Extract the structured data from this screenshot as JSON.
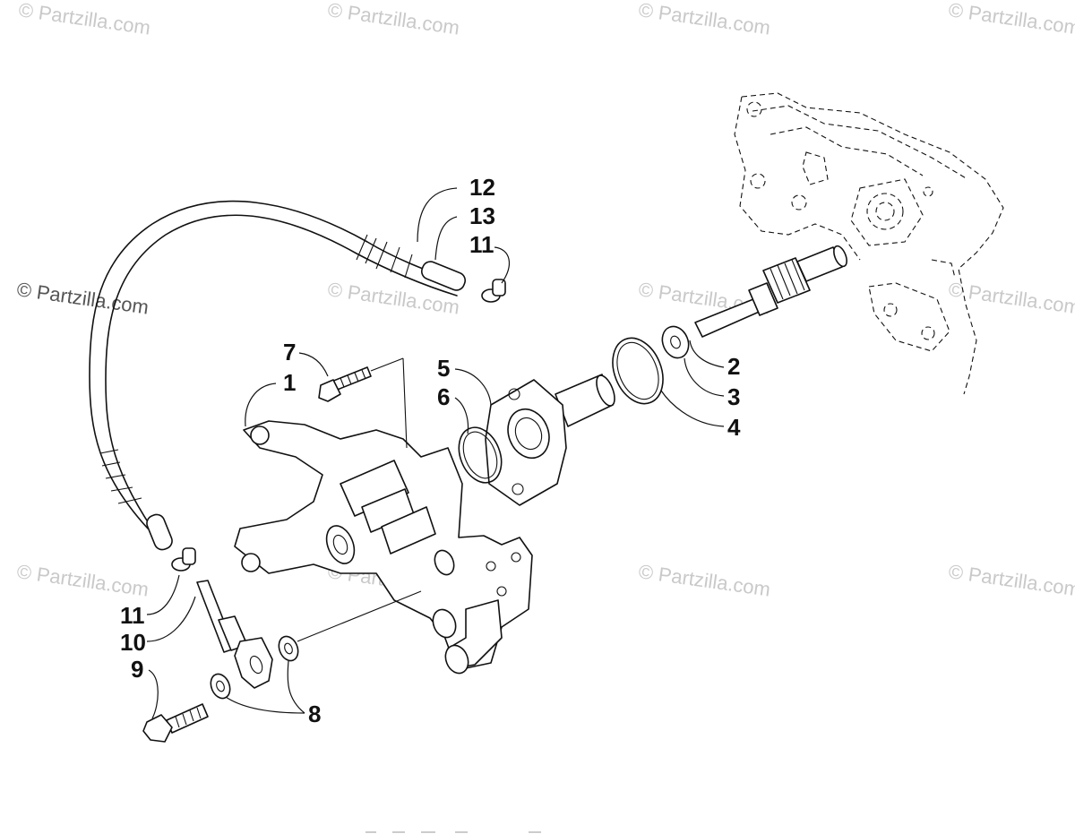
{
  "watermarks": [
    "© Partzilla.com",
    "© Partzilla.com",
    "© Partzilla.com",
    "© Partzilla.com",
    "© Partzilla.com",
    "© Partzilla.com",
    "© Partzilla.com",
    "© Partzilla.com",
    "© Partzilla.com",
    "© Partzilla.com",
    "© Partzilla.com",
    "© Partzilla.com"
  ],
  "callouts": {
    "c12": "12",
    "c13": "13",
    "c11_top": "11",
    "c7": "7",
    "c1": "1",
    "c5": "5",
    "c6": "6",
    "c2": "2",
    "c3": "3",
    "c4": "4",
    "c11_bottom": "11",
    "c10": "10",
    "c9": "9",
    "c8": "8"
  }
}
